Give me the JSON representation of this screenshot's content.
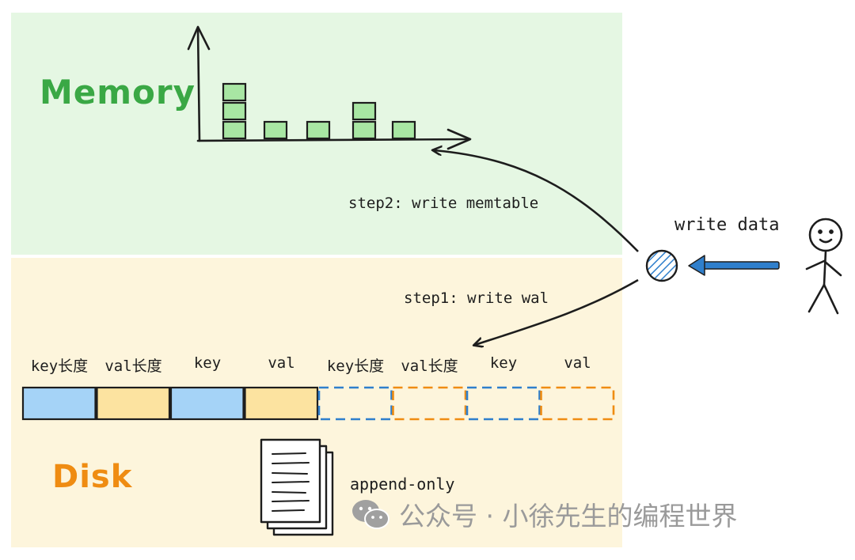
{
  "memory": {
    "title": "Memory",
    "histogram_heights": [
      3,
      1,
      1,
      2,
      1
    ]
  },
  "disk": {
    "title": "Disk",
    "append_label": "append-only"
  },
  "steps": {
    "step2": "step2: write memtable",
    "step1": "step1: write wal"
  },
  "actor": {
    "label": "write data"
  },
  "record": {
    "fields": [
      {
        "label": "key长度",
        "color": "#a5d3f7",
        "style": "solid"
      },
      {
        "label": "val长度",
        "color": "#fce3a0",
        "style": "solid"
      },
      {
        "label": "key",
        "color": "#a5d3f7",
        "style": "solid"
      },
      {
        "label": "val",
        "color": "#fce3a0",
        "style": "solid"
      },
      {
        "label": "key长度",
        "color": "#2f7fcc",
        "style": "dashed"
      },
      {
        "label": "val长度",
        "color": "#ef8c12",
        "style": "dashed"
      },
      {
        "label": "key",
        "color": "#2f7fcc",
        "style": "dashed"
      },
      {
        "label": "val",
        "color": "#ef8c12",
        "style": "dashed"
      }
    ]
  },
  "watermark": {
    "text": "公众号 · 小徐先生的编程世界"
  },
  "colors": {
    "memory_bg": "#e5f7e3",
    "disk_bg": "#fdf5dc",
    "memory_title": "#3aa845",
    "disk_title": "#ef8c12",
    "block_fill": "#a8e6a3",
    "arrow_blue": "#2f7fcc"
  },
  "icons": [
    "stick-figure-icon",
    "write-circle-icon",
    "document-stack-icon",
    "wechat-icon"
  ]
}
